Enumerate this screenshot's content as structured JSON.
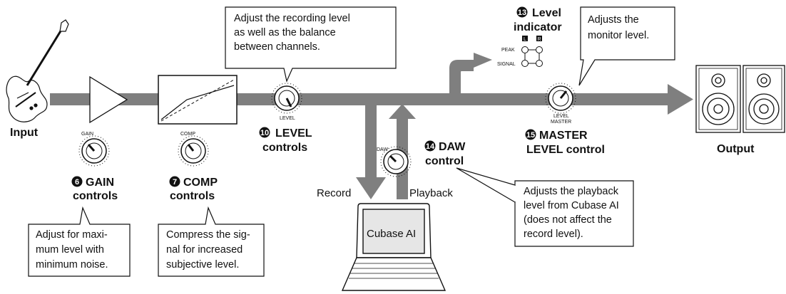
{
  "input_label": "Input",
  "output_label": "Output",
  "gain": {
    "knob_label": "GAIN",
    "number": "6",
    "title_line1": "GAIN",
    "title_line2": "controls",
    "note": [
      "Adjust for maxi-",
      "mum level with",
      "minimum noise."
    ]
  },
  "comp": {
    "knob_label": "COMP",
    "number": "7",
    "title_line1": "COMP",
    "title_line2": "controls",
    "note": [
      "Compress the sig-",
      "nal for increased",
      "subjective level."
    ]
  },
  "level": {
    "knob_label": "LEVEL",
    "number": "10",
    "title_line1": "LEVEL",
    "title_line2": "controls",
    "note": [
      "Adjust the recording level",
      "as well as the balance",
      "between channels."
    ]
  },
  "indicator": {
    "number": "13",
    "title_line1": "Level",
    "title_line2": "indicator",
    "l": "L",
    "r": "R",
    "peak": "PEAK",
    "signal": "SIGNAL"
  },
  "daw": {
    "knob_label": "DAW",
    "number": "14",
    "title_line1": "DAW",
    "title_line2": "control",
    "note": [
      "Adjusts the playback",
      "level from Cubase AI",
      "(does not affect the",
      "record level)."
    ]
  },
  "master": {
    "knob_label_1": "LEVEL",
    "knob_label_2": "MASTER",
    "number": "15",
    "title_line1": "MASTER",
    "title_line2": "LEVEL control",
    "note": [
      "Adjusts the",
      "monitor level."
    ]
  },
  "record_label": "Record",
  "playback_label": "Playback",
  "laptop_screen_text": "Cubase AI",
  "colors": {
    "signal_path": "#7f7f7f",
    "stroke": "#111111",
    "screen": "#e6e6e6"
  }
}
